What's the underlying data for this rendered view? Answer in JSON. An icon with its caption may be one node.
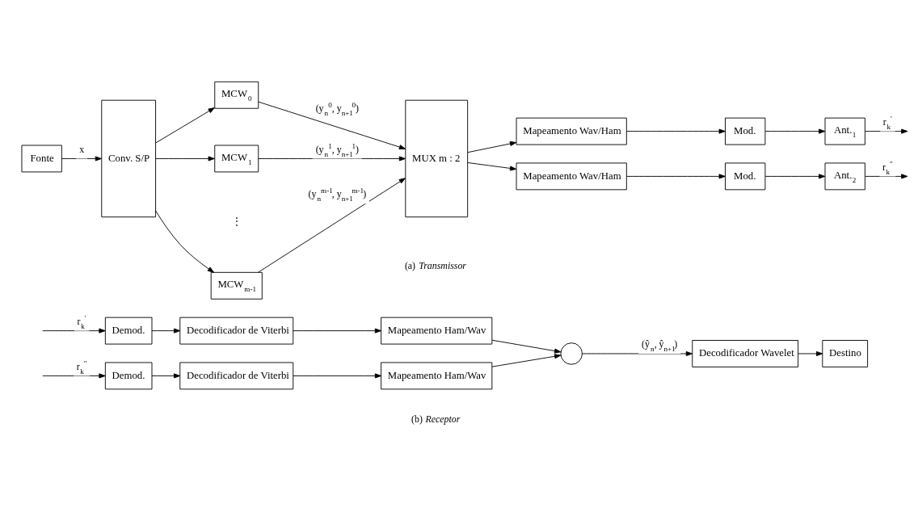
{
  "diagram": {
    "nodes": [
      {
        "text": [
          "Fonte"
        ]
      },
      {
        "text": [
          "Conv. S/P"
        ]
      },
      {
        "text": [
          "MCW$_{0}$"
        ]
      },
      {
        "text": [
          "MCW$_{1}$"
        ]
      },
      {
        "text": [
          "MCW$_{m-1}$"
        ]
      },
      {
        "text": [
          "MUX m : 2"
        ]
      },
      {
        "text": [
          "Mapeamento Wav/Ham"
        ]
      },
      {
        "text": [
          "Mod."
        ]
      },
      {
        "text": [
          "Ant.$_{1}$"
        ]
      },
      {
        "text": [
          "Mapeamento Wav/Ham"
        ]
      },
      {
        "text": [
          "Mod."
        ]
      },
      {
        "text": [
          "Ant.$_{2}$"
        ]
      },
      {
        "text": [
          "Demod."
        ]
      },
      {
        "text": [
          "Decodificador de Viterbi"
        ]
      },
      {
        "text": [
          "Mapeamento Ham/Wav"
        ]
      },
      {
        "text": [
          "Demod."
        ]
      },
      {
        "text": [
          "Decodificador de Viterbi"
        ]
      },
      {
        "text": [
          "Mapeamento Ham/Wav"
        ]
      },
      {
        "text": [],
        "shape": "circle"
      },
      {
        "text": [
          "Decodificador Wavelet"
        ]
      },
      {
        "text": [
          "Destino"
        ]
      }
    ],
    "edges": [
      {
        "from": 0,
        "to": 1,
        "arrow": "to",
        "label": "x"
      },
      {
        "from": 1,
        "to": 2,
        "arrow": "to"
      },
      {
        "from": 1,
        "to": 3,
        "arrow": "to"
      },
      {
        "from": 1,
        "to": 4,
        "arrow": "to"
      },
      {
        "from": 2,
        "to": 5,
        "arrow": "to",
        "label": "(y$_{n}$$^{0}$, y$_{n+1}$$^{0}$)"
      },
      {
        "from": 3,
        "to": 5,
        "arrow": "to",
        "label": "(y$_{n}$$^{1}$, y$_{n+1}$$^{1}$)"
      },
      {
        "from": 4,
        "to": 5,
        "arrow": "to",
        "label": "(y$_{n}$$^{m-1}$, y$_{n+1}$$^{m-1}$)"
      },
      {
        "from": 5,
        "to": 6,
        "arrow": "to"
      },
      {
        "from": 5,
        "to": 9,
        "arrow": "to"
      },
      {
        "from": 6,
        "to": 7,
        "arrow": "to"
      },
      {
        "from": 7,
        "to": 8,
        "arrow": "to"
      },
      {
        "from": 8,
        "to": null,
        "arrow": "to",
        "label": "r$_{k}$$^{′}$"
      },
      {
        "from": 9,
        "to": 10,
        "arrow": "to"
      },
      {
        "from": 10,
        "to": 11,
        "arrow": "to"
      },
      {
        "from": 11,
        "to": null,
        "arrow": "to",
        "label": "r$_{k}$$^{″}$"
      },
      {
        "from": null,
        "to": 12,
        "arrow": "to",
        "label": "r$_{k}$$^{′}$"
      },
      {
        "from": 12,
        "to": 13,
        "arrow": "to"
      },
      {
        "from": 13,
        "to": 14,
        "arrow": "to"
      },
      {
        "from": 14,
        "to": 18,
        "arrow": "to"
      },
      {
        "from": null,
        "to": 15,
        "arrow": "to",
        "label": "r$_{k}$$^{″}$"
      },
      {
        "from": 15,
        "to": 16,
        "arrow": "to"
      },
      {
        "from": 16,
        "to": 17,
        "arrow": "to"
      },
      {
        "from": 17,
        "to": 18,
        "arrow": "to"
      },
      {
        "from": 18,
        "to": 19,
        "arrow": "to",
        "label": "(ŷ$_{n}$, ŷ$_{n+1}$)"
      },
      {
        "from": 19,
        "to": 20,
        "arrow": "to"
      }
    ],
    "labels": [
      "⋮",
      "(a) Transmissor",
      "(b) Receptor"
    ]
  }
}
